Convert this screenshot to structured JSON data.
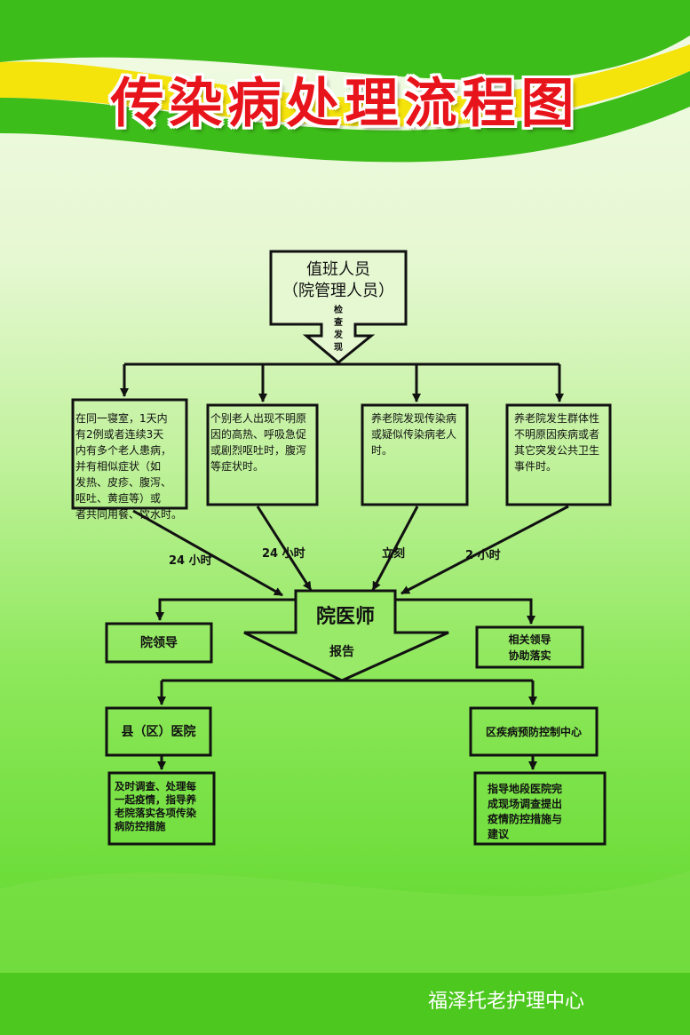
{
  "colors": {
    "title": "#e8141c",
    "line": "#111111",
    "footer": "#4cc81e",
    "wave_green": "#3dbd1a",
    "wave_yellow": "#f5e30c"
  },
  "title": "传染病处理流程图",
  "start": {
    "line1": "值班人员",
    "line2": "（院管理人员）",
    "arrow_label": [
      "检",
      "查",
      "发",
      "现"
    ]
  },
  "conditions": [
    {
      "lines": [
        "在同一寝室，1天内",
        "有2例或者连续3天",
        "内有多个老人患病，",
        "并有相似症状（如",
        "发热、皮疹、腹泻、",
        "呕吐、黄疸等）或",
        "者共同用餐、饮水时。"
      ],
      "time": "24 小时"
    },
    {
      "lines": [
        "个别老人出现不明原",
        "因的高热、呼吸急促",
        "或剧烈呕吐时，腹泻",
        "等症状时。"
      ],
      "time": "24 小时"
    },
    {
      "lines": [
        "养老院发现传染病",
        "或疑似传染病老人",
        "时。"
      ],
      "time": "立刻"
    },
    {
      "lines": [
        "养老院发生群体性",
        "不明原因疾病或者",
        "其它突发公共卫生",
        "事件时。"
      ],
      "time": "2 小时"
    }
  ],
  "doctor": {
    "label": "院医师",
    "arrow_label": "报告"
  },
  "left_top": "院领导",
  "right_top": {
    "lines": [
      "相关领导",
      "协助落实"
    ]
  },
  "left_mid": "县（区）医院",
  "right_mid": "区疾病预防控制中心",
  "left_bottom": {
    "lines": [
      "及时调查、处理每",
      "一起疫情，指导养",
      "老院落实各项传染",
      "病防控措施"
    ]
  },
  "right_bottom": {
    "lines": [
      "指导地段医院完",
      "成现场调查提出",
      "疫情防控措施与",
      "建议"
    ]
  },
  "footer": "福泽托老护理中心"
}
